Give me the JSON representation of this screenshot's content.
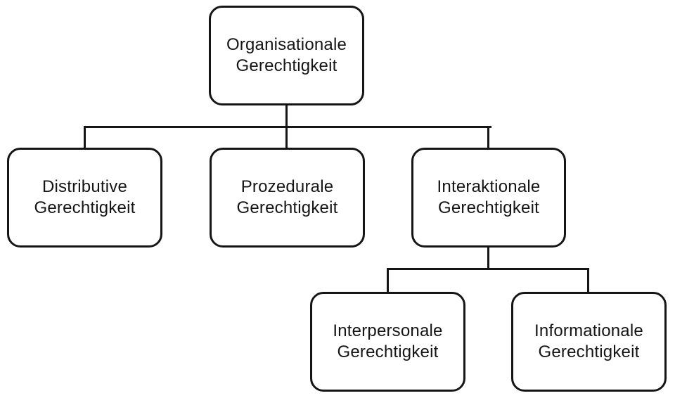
{
  "diagram": {
    "type": "hierarchy-flowchart",
    "language": "de",
    "colors": {
      "background": "#ffffff",
      "line": "#151515",
      "text": "#151515"
    },
    "nodes": {
      "organisationale": {
        "label": "Organisationale\nGerechtigkeit",
        "level": 0,
        "parent": null
      },
      "distributive": {
        "label": "Distributive\nGerechtigkeit",
        "level": 1,
        "parent": "organisationale"
      },
      "prozedurale": {
        "label": "Prozedurale\nGerechtigkeit",
        "level": 1,
        "parent": "organisationale"
      },
      "interaktionale": {
        "label": "Interaktionale\nGerechtigkeit",
        "level": 1,
        "parent": "organisationale"
      },
      "interpersonale": {
        "label": "Interpersonale\nGerechtigkeit",
        "level": 2,
        "parent": "interaktionale"
      },
      "informationale": {
        "label": "Informationale\nGerechtigkeit",
        "level": 2,
        "parent": "interaktionale"
      }
    },
    "edges": [
      {
        "from": "organisationale",
        "to": "distributive"
      },
      {
        "from": "organisationale",
        "to": "prozedurale"
      },
      {
        "from": "organisationale",
        "to": "interaktionale"
      },
      {
        "from": "interaktionale",
        "to": "interpersonale"
      },
      {
        "from": "interaktionale",
        "to": "informationale"
      }
    ]
  }
}
